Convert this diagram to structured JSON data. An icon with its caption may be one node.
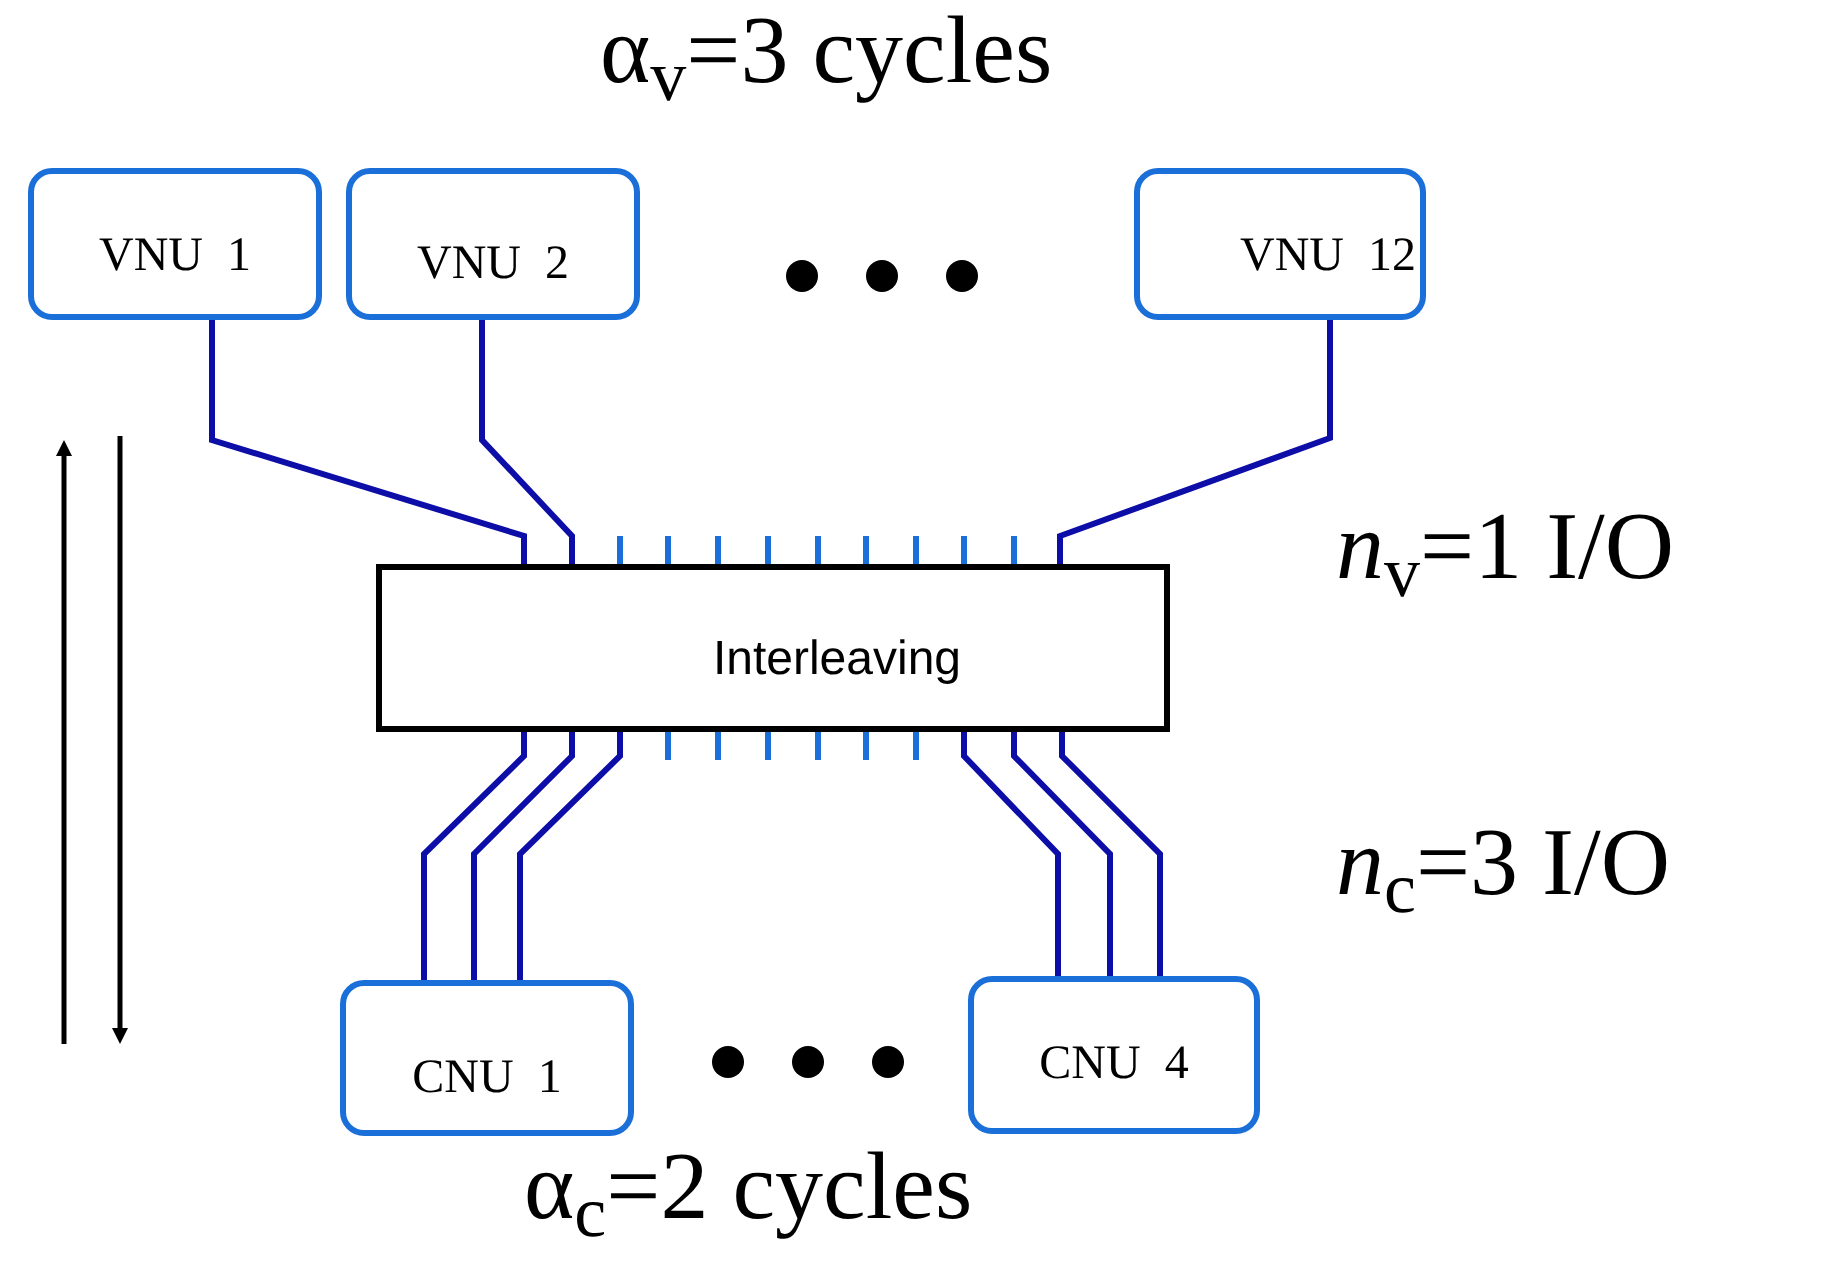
{
  "diagram": {
    "nodes": [
      {
        "text": [
          "VNU  1"
        ]
      },
      {
        "text": [
          "VNU  2"
        ]
      },
      {
        "text": [
          "VNU  12"
        ]
      },
      {
        "text": [
          "Interleaving"
        ]
      },
      {
        "text": [
          "CNU  1"
        ]
      },
      {
        "text": [
          "CNU  4"
        ]
      }
    ],
    "edges": [
      {
        "from": 0,
        "to": 3,
        "arrow": "none"
      },
      {
        "from": 1,
        "to": 3,
        "arrow": "none"
      },
      {
        "from": 2,
        "to": 3,
        "arrow": "none"
      },
      {
        "from": 4,
        "to": 3,
        "arrow": "none"
      },
      {
        "from": 4,
        "to": 3,
        "arrow": "none"
      },
      {
        "from": 4,
        "to": 3,
        "arrow": "none"
      },
      {
        "from": 5,
        "to": 3,
        "arrow": "none"
      },
      {
        "from": 5,
        "to": 3,
        "arrow": "none"
      },
      {
        "from": 5,
        "to": 3,
        "arrow": "none"
      }
    ],
    "labels": [
      "α$_{v}$=3 cycles",
      "*n*$_{v}$=1 I/O",
      "*n*$_{c}$=3 I/O",
      "α$_{c}$=2 cycles"
    ]
  }
}
